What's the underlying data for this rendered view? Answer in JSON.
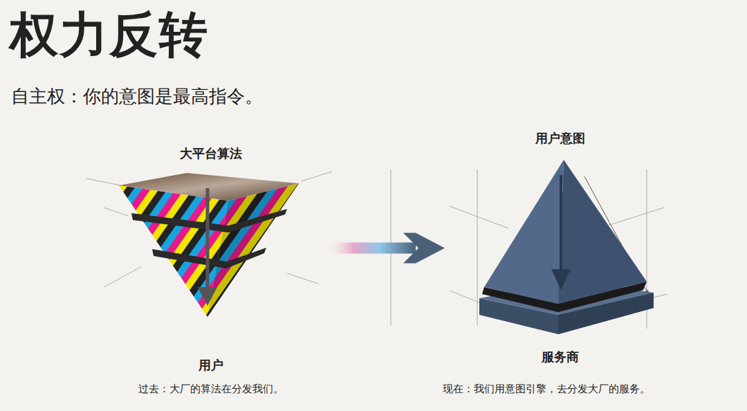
{
  "diagram": {
    "title": "权力反转",
    "nodes": [
      {
        "text": [
          "大平台算法",
          "用户"
        ]
      },
      {
        "text": [
          "用户意图",
          "服务商"
        ]
      }
    ],
    "edges": [
      {
        "from": 0,
        "to": 1,
        "arrow": "to"
      }
    ],
    "labels": [
      "自主权：你的意图是最高指令。",
      "过去：大厂的算法在分发我们。",
      "现在：我们用意图引擎，去分发大厂的服务。"
    ]
  }
}
